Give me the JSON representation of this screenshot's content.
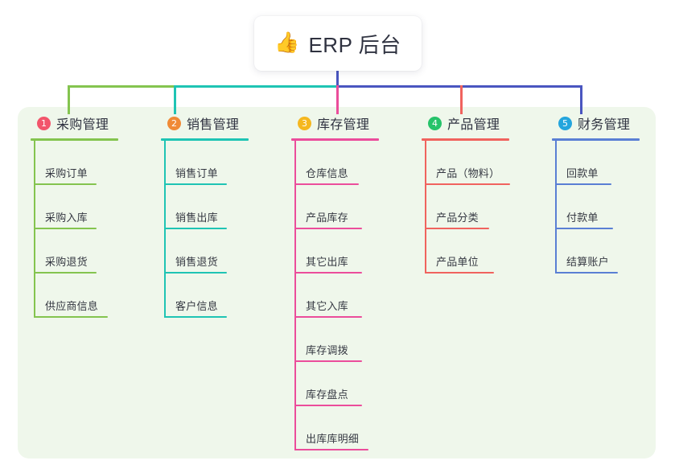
{
  "root": {
    "emoji": "👍",
    "emoji_name": "thumbs-up-icon",
    "title": "ERP 后台"
  },
  "palette": {
    "panel_background": "#eff7eb",
    "page_background": "#ffffff",
    "root_stem": "#4a56c0",
    "text": "#2f3240"
  },
  "columns": [
    {
      "number": "1",
      "title": "采购管理",
      "badge_color": "#f2556b",
      "line_color": "#84c44f",
      "items": [
        {
          "label": "采购订单",
          "rule_width": 78
        },
        {
          "label": "采购入库",
          "rule_width": 78
        },
        {
          "label": "采购退货",
          "rule_width": 78
        },
        {
          "label": "供应商信息",
          "rule_width": 92
        }
      ]
    },
    {
      "number": "2",
      "title": "销售管理",
      "badge_color": "#f08a36",
      "line_color": "#1fc4b4",
      "items": [
        {
          "label": "销售订单",
          "rule_width": 78
        },
        {
          "label": "销售出库",
          "rule_width": 78
        },
        {
          "label": "销售退货",
          "rule_width": 78
        },
        {
          "label": "客户信息",
          "rule_width": 78
        }
      ]
    },
    {
      "number": "3",
      "title": "库存管理",
      "badge_color": "#f5b71f",
      "line_color": "#eb4d9b",
      "items": [
        {
          "label": "仓库信息",
          "rule_width": 80
        },
        {
          "label": "产品库存",
          "rule_width": 84
        },
        {
          "label": "其它出库",
          "rule_width": 84
        },
        {
          "label": "其它入库",
          "rule_width": 84
        },
        {
          "label": "库存调拨",
          "rule_width": 84
        },
        {
          "label": "库存盘点",
          "rule_width": 84
        },
        {
          "label": "出库库明细",
          "rule_width": 92
        }
      ]
    },
    {
      "number": "4",
      "title": "产品管理",
      "badge_color": "#26c36a",
      "line_color": "#f0635e",
      "items": [
        {
          "label": "产品（物料）",
          "rule_width": 106
        },
        {
          "label": "产品分类",
          "rule_width": 80
        },
        {
          "label": "产品单位",
          "rule_width": 86
        }
      ]
    },
    {
      "number": "5",
      "title": "财务管理",
      "badge_color": "#24a5dd",
      "line_color": "#5a7fd4",
      "items": [
        {
          "label": "回款单",
          "rule_width": 70
        },
        {
          "label": "付款单",
          "rule_width": 72
        },
        {
          "label": "结算账户",
          "rule_width": 78
        }
      ]
    }
  ]
}
